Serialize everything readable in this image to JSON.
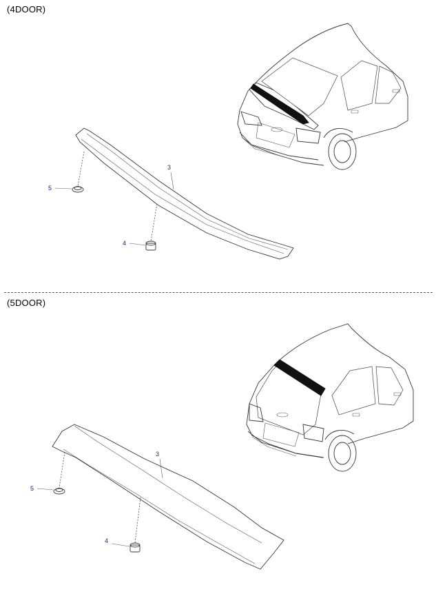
{
  "sections": [
    {
      "title": "(4DOOR)",
      "callouts": {
        "spoiler": "3",
        "nut": "4",
        "grommet": "5"
      }
    },
    {
      "title": "(5DOOR)",
      "callouts": {
        "spoiler": "3",
        "nut": "4",
        "grommet": "5"
      }
    }
  ]
}
